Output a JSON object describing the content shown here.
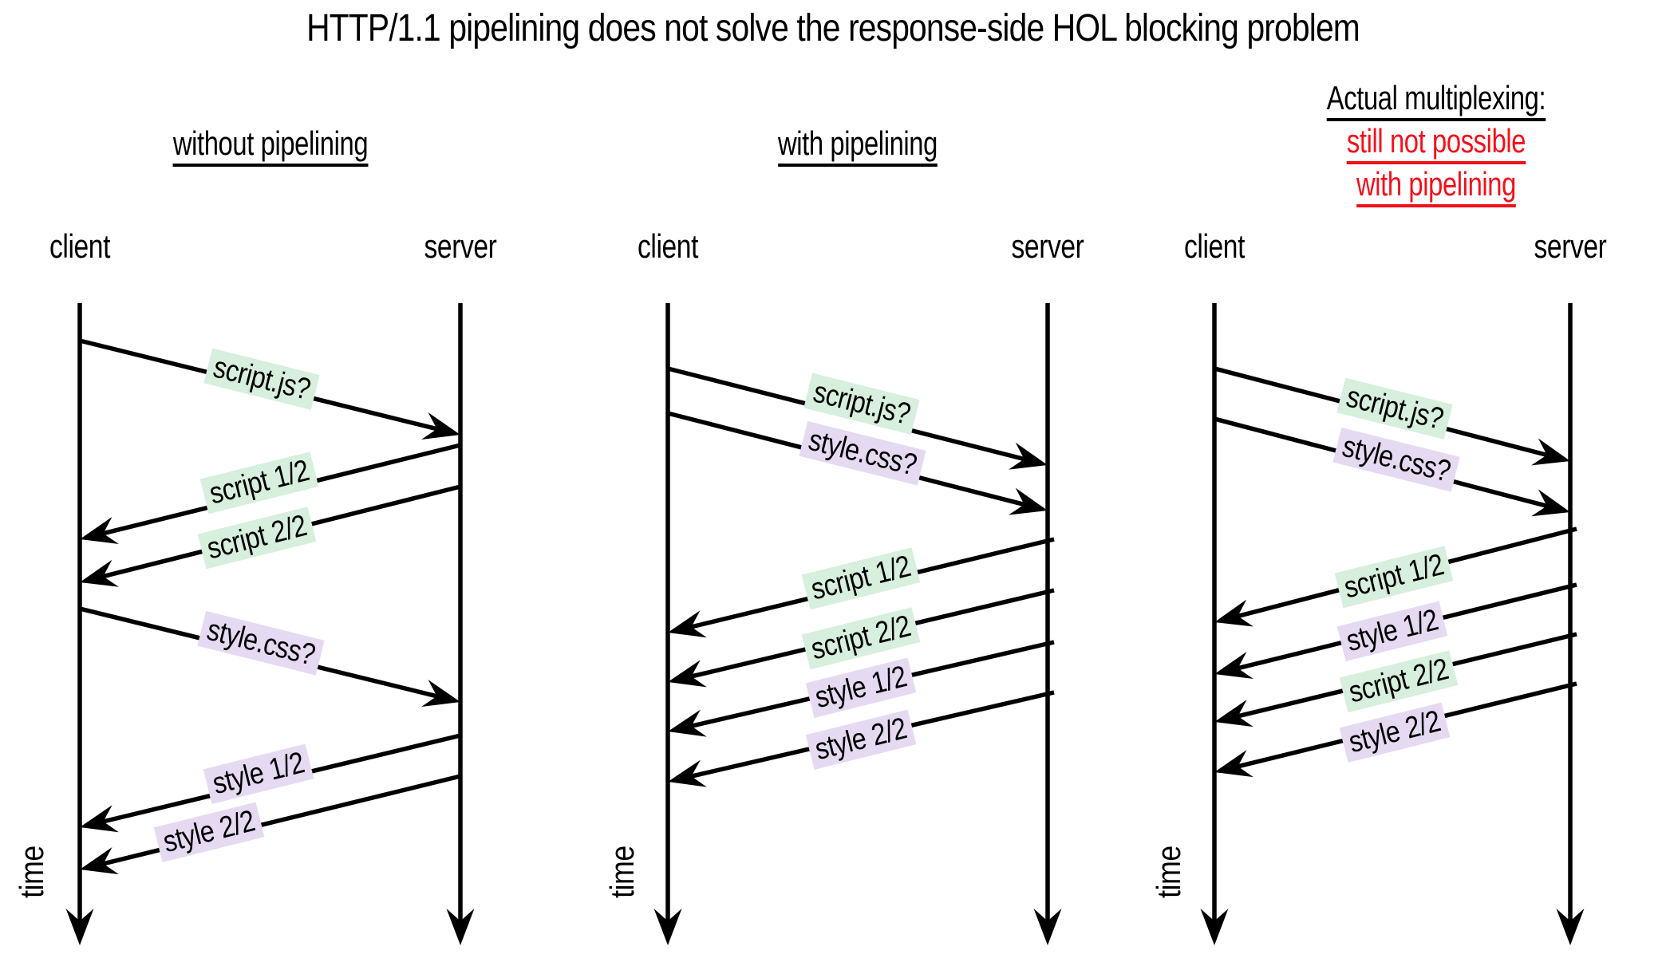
{
  "title": "HTTP/1.1 pipelining does not solve the response-side HOL blocking problem",
  "colors": {
    "script_label_bg": "#d7efdd",
    "style_label_bg": "#e6daf2",
    "alert_red": "#f2101c",
    "ink": "#000000"
  },
  "columns": [
    {
      "heading_lines": [
        {
          "text": "without pipelining",
          "alert": false
        }
      ],
      "client": "client",
      "server": "server",
      "time": "time",
      "messages": [
        {
          "label": "script.js?",
          "kind": "script",
          "direction": "request"
        },
        {
          "label": "script 1/2",
          "kind": "script",
          "direction": "response"
        },
        {
          "label": "script 2/2",
          "kind": "script",
          "direction": "response"
        },
        {
          "label": "style.css?",
          "kind": "style",
          "direction": "request"
        },
        {
          "label": "style 1/2",
          "kind": "style",
          "direction": "response"
        },
        {
          "label": "style 2/2",
          "kind": "style",
          "direction": "response"
        }
      ]
    },
    {
      "heading_lines": [
        {
          "text": "with pipelining",
          "alert": false
        }
      ],
      "client": "client",
      "server": "server",
      "time": "time",
      "messages": [
        {
          "label": "script.js?",
          "kind": "script",
          "direction": "request"
        },
        {
          "label": "style.css?",
          "kind": "style",
          "direction": "request"
        },
        {
          "label": "script 1/2",
          "kind": "script",
          "direction": "response"
        },
        {
          "label": "script 2/2",
          "kind": "script",
          "direction": "response"
        },
        {
          "label": "style 1/2",
          "kind": "style",
          "direction": "response"
        },
        {
          "label": "style 2/2",
          "kind": "style",
          "direction": "response"
        }
      ]
    },
    {
      "heading_lines": [
        {
          "text": "Actual multiplexing:",
          "alert": false
        },
        {
          "text": "still not possible",
          "alert": true
        },
        {
          "text": "with pipelining",
          "alert": true
        }
      ],
      "client": "client",
      "server": "server",
      "time": "time",
      "messages": [
        {
          "label": "script.js?",
          "kind": "script",
          "direction": "request"
        },
        {
          "label": "style.css?",
          "kind": "style",
          "direction": "request"
        },
        {
          "label": "script 1/2",
          "kind": "script",
          "direction": "response"
        },
        {
          "label": "style 1/2",
          "kind": "style",
          "direction": "response"
        },
        {
          "label": "script 2/2",
          "kind": "script",
          "direction": "response"
        },
        {
          "label": "style 2/2",
          "kind": "style",
          "direction": "response"
        }
      ]
    }
  ]
}
